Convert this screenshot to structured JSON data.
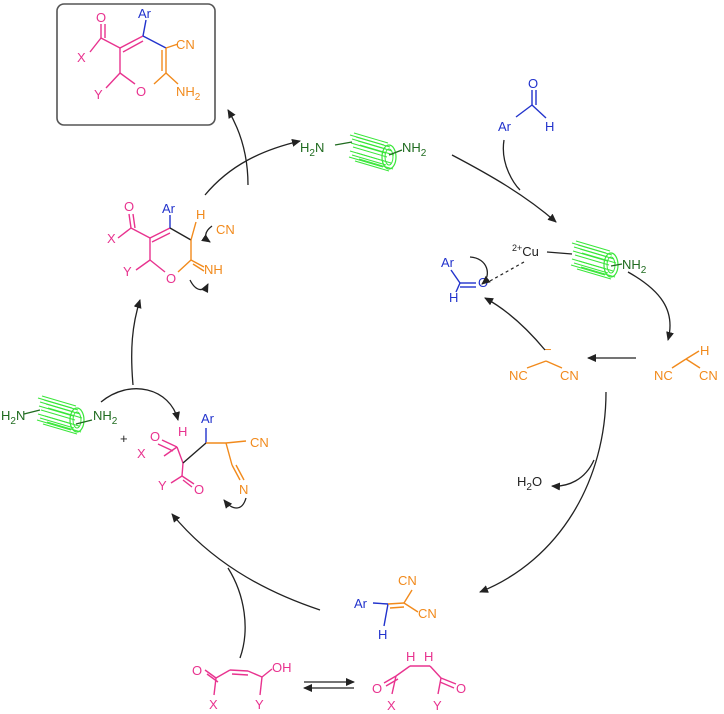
{
  "colors": {
    "magenta": "#e8338f",
    "orange": "#f18a1c",
    "blue": "#2233cc",
    "green": "#1f6b1f",
    "catalyst_green": "#39e639",
    "black": "#222222"
  },
  "icons": [
    "nanotube-catalyst-icon"
  ],
  "product": {
    "ar": "Ar",
    "x": "X",
    "y": "Y",
    "o": "O",
    "cn": "CN",
    "nh2": "NH",
    "nh2_sub": "2",
    "o_ring": "O"
  },
  "catalyst_top": {
    "h2n": "H",
    "h2n_sub": "2",
    "h2n_n": "N",
    "nh2": "NH",
    "nh2_sub": "2"
  },
  "aldehyde": {
    "ar": "Ar",
    "o": "O",
    "h": "H"
  },
  "cu_complex": {
    "ar": "Ar",
    "h": "H",
    "o": "O",
    "cu_sup": "2+",
    "cu": "Cu",
    "nh2": "NH",
    "nh2_sub": "2"
  },
  "malononitrile": {
    "h": "H",
    "nc": "NC",
    "cn": "CN"
  },
  "carbanion": {
    "minus": "−",
    "nc": "NC",
    "cn": "CN"
  },
  "water": {
    "h": "H",
    "sub": "2",
    "o": "O"
  },
  "knoevenagel": {
    "ar": "Ar",
    "h": "H",
    "cn1": "CN",
    "cn2": "CN"
  },
  "diketone": {
    "h1": "H",
    "h2": "H",
    "x": "X",
    "y": "Y",
    "o1": "O",
    "o2": "O"
  },
  "enol": {
    "x": "X",
    "y": "Y",
    "oh": "OH",
    "o": "O"
  },
  "michael": {
    "ar": "Ar",
    "h": "H",
    "x": "X",
    "y": "Y",
    "o1": "O",
    "o2": "O",
    "cn": "CN",
    "n": "N"
  },
  "catalyst_left": {
    "h2n": "H",
    "h2n_sub": "2",
    "h2n_n": "N",
    "nh2": "NH",
    "nh2_sub": "2",
    "plus": "+"
  },
  "imine": {
    "ar": "Ar",
    "h": "H",
    "cn": "CN",
    "x": "X",
    "y": "Y",
    "o": "O",
    "o_ring": "O",
    "nh": "NH"
  }
}
